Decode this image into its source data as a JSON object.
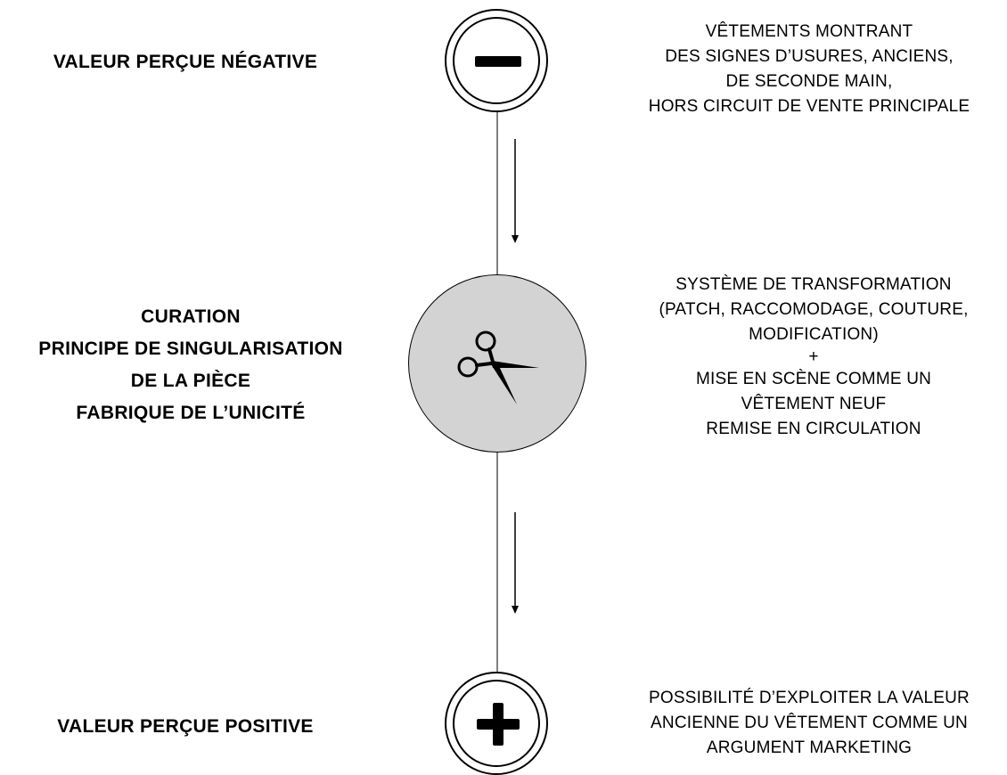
{
  "top": {
    "label": "VALEUR PERÇUE NÉGATIVE",
    "icon": "minus-icon",
    "description_lines": [
      "VÊTEMENTS MONTRANT",
      "DES SIGNES D’USURES, ANCIENS,",
      "DE SECONDE MAIN,",
      "HORS CIRCUIT DE VENTE PRINCIPALE"
    ]
  },
  "middle": {
    "label_lines": [
      "CURATION",
      "PRINCIPE DE SINGULARISATION",
      "DE LA PIÈCE",
      "FABRIQUE DE L’UNICITÉ"
    ],
    "icon": "scissors-icon",
    "description_lines": [
      "SYSTÈME DE TRANSFORMATION",
      "(PATCH, RACCOMODAGE, COUTURE,",
      "MODIFICATION)",
      "+",
      "MISE EN SCÈNE COMME UN",
      "VÊTEMENT NEUF",
      "REMISE EN CIRCULATION"
    ]
  },
  "bottom": {
    "label": "VALEUR PERÇUE POSITIVE",
    "icon": "plus-icon",
    "description_lines": [
      "POSSIBILITÉ D’EXPLOITER LA VALEUR",
      "ANCIENNE DU VÊTEMENT COMME UN",
      "ARGUMENT MARKETING"
    ]
  },
  "colors": {
    "line": "#000000",
    "center_fill": "#d3d3d3",
    "background": "#ffffff"
  }
}
